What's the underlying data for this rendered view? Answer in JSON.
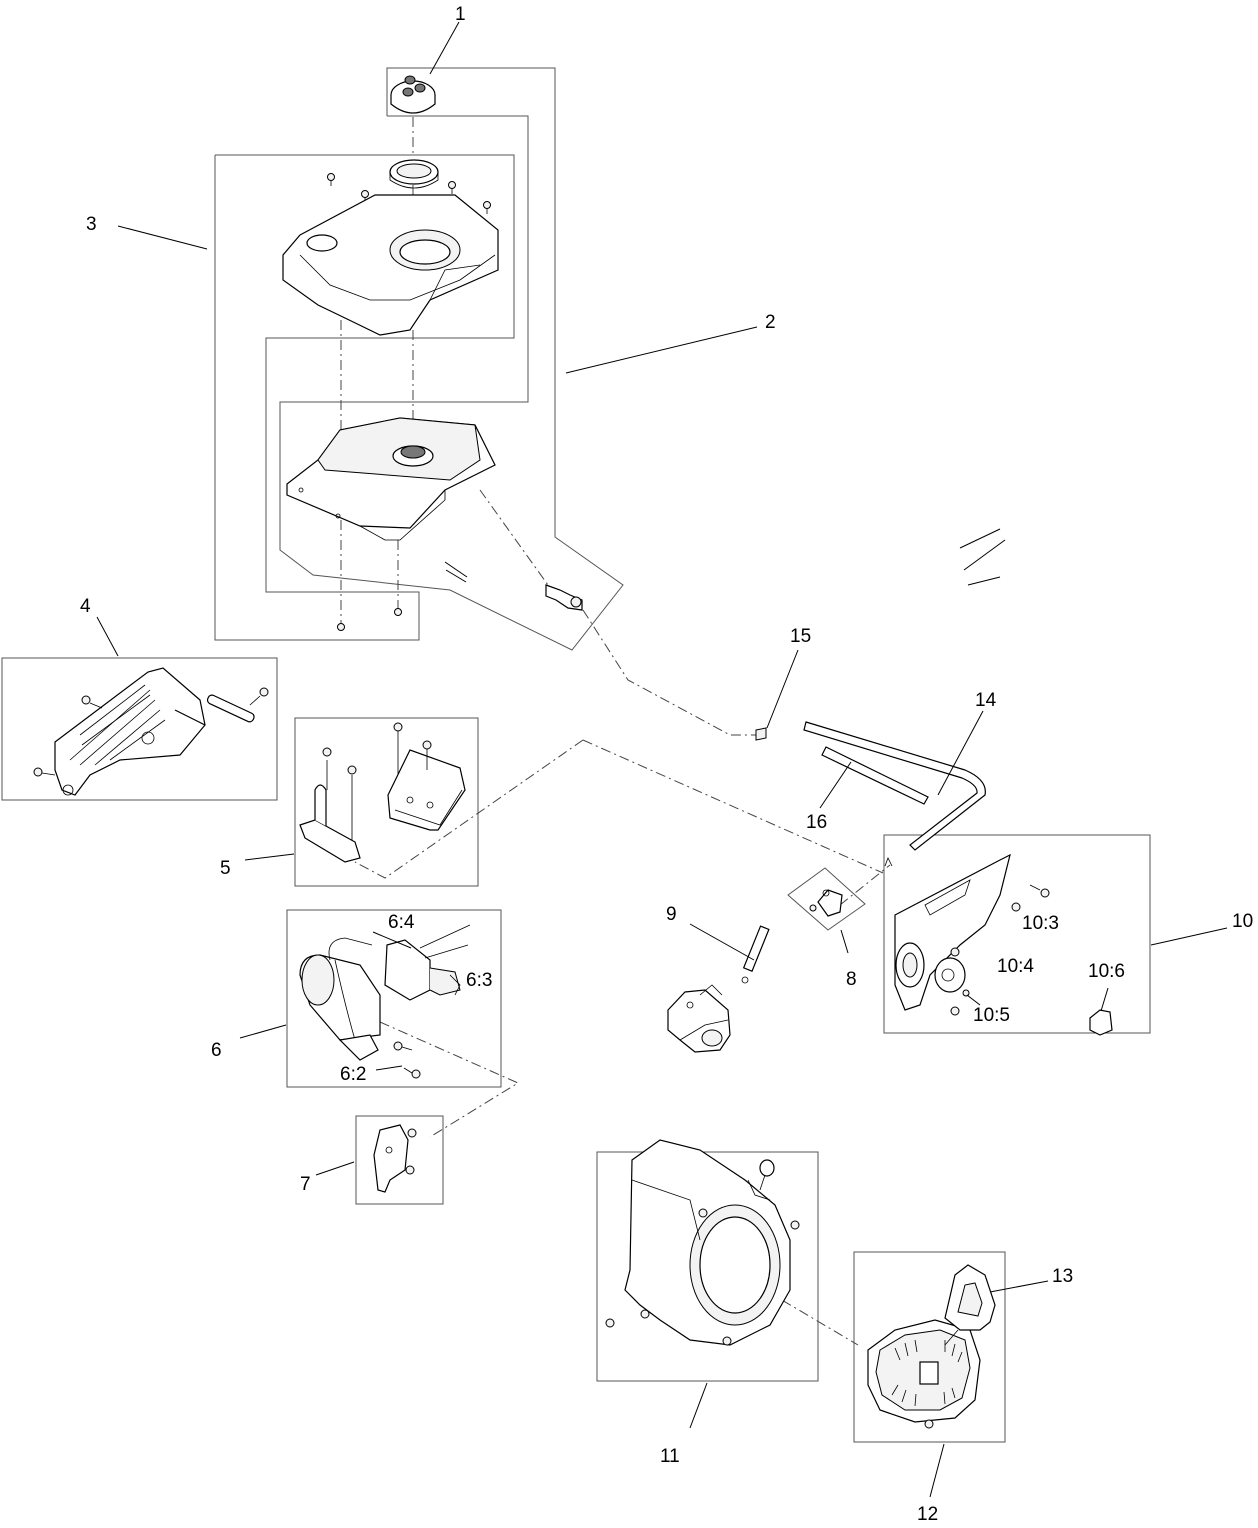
{
  "callouts": {
    "c1": "1",
    "c2": "2",
    "c3": "3",
    "c4": "4",
    "c5": "5",
    "c6": "6",
    "c6_2": "6:2",
    "c6_3": "6:3",
    "c6_4": "6:4",
    "c7": "7",
    "c8": "8",
    "c9": "9",
    "c10": "10",
    "c10_3": "10:3",
    "c10_4": "10:4",
    "c10_5": "10:5",
    "c10_6": "10:6",
    "c11": "11",
    "c12": "12",
    "c13": "13",
    "c14": "14",
    "c15": "15",
    "c16": "16"
  },
  "icons": {
    "fuel_cap": "fuel-cap-icon",
    "fuel_tank": "fuel-tank-icon",
    "bolt": "bolt-icon",
    "starter_motor": "starter-motor-icon",
    "carburetor": "carburetor-icon",
    "recoil_starter": "recoil-starter-icon"
  }
}
